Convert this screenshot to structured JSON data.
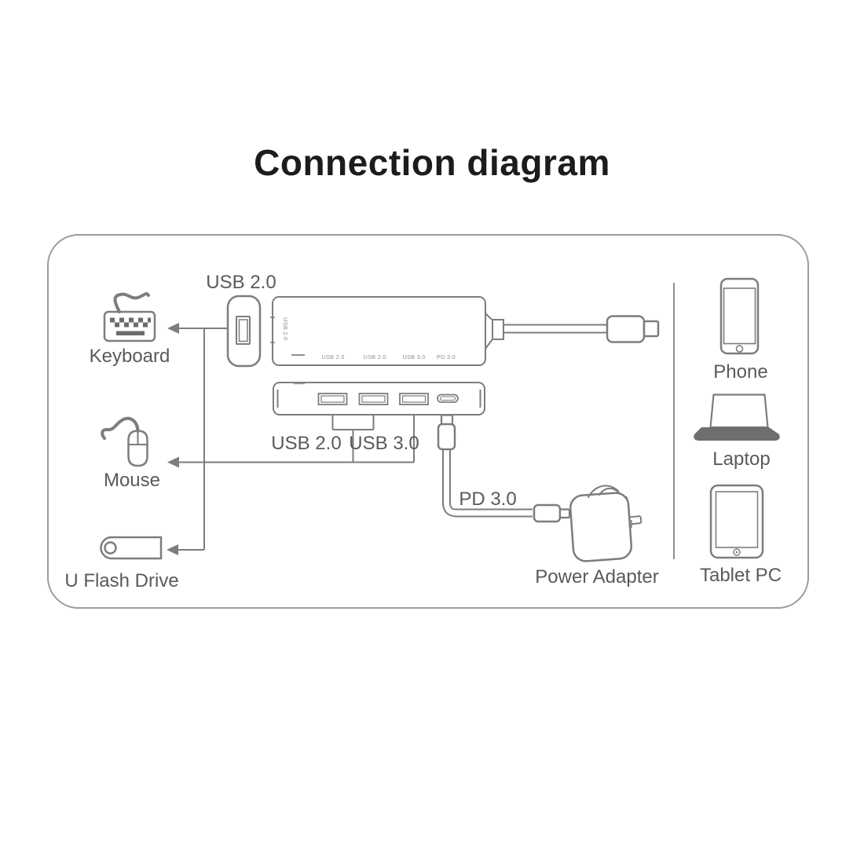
{
  "title": "Connection diagram",
  "panel": {
    "peripherals": {
      "keyboard_label": "Keyboard",
      "mouse_label": "Mouse",
      "flash_drive_label": "U Flash Drive"
    },
    "hub": {
      "magnified_port_label": "USB 2.0",
      "engraved_side_label": "USB 2.0",
      "engraved_port_labels": [
        "USB 2.0",
        "USB 2.0",
        "USB 3.0",
        "PD 3.0"
      ],
      "usb2_group_label": "USB 2.0",
      "usb3_group_label": "USB 3.0",
      "pd_cable_label": "PD 3.0"
    },
    "power_adapter_label": "Power Adapter",
    "hosts": {
      "phone_label": "Phone",
      "laptop_label": "Laptop",
      "tablet_label": "Tablet PC"
    }
  },
  "colors": {
    "line": "#7d7d7d",
    "label_text": "#5a5a5a",
    "title_text": "#1c1c1c",
    "tiny_text": "#8f8f8f",
    "panel_border": "#9b9b9b",
    "laptop_base_fill": "#6e6e6e"
  }
}
